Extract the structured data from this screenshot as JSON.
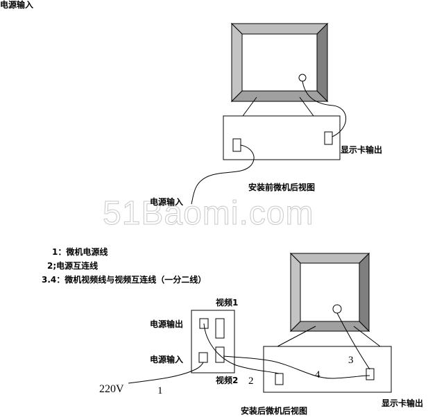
{
  "header": {
    "title": "电源输入"
  },
  "top_diagram": {
    "power_input_label": "电源输入",
    "display_out_label": "显示卡输出",
    "caption": "安装前微机后视图"
  },
  "watermark": {
    "text": "51Baomi.com"
  },
  "legend": [
    {
      "text": "1：微机电源线"
    },
    {
      "text": "2;电源互连线"
    },
    {
      "text": "3.4：微机视频线与视频互连线（一分二线）"
    }
  ],
  "bottom_diagram": {
    "video1_label": "视频1",
    "power_out_label": "电源输出",
    "power_in_label": "电源输入",
    "video2_label": "视频2",
    "voltage_label": "220V",
    "cable_numbers": [
      "1",
      "2",
      "3",
      "4"
    ],
    "display_out_label": "显示卡输出",
    "caption": "安装后微机后视图"
  },
  "colors": {
    "line": "#000000",
    "bevel": "#a6a6a6",
    "bevel_dark": "#7a7a7a",
    "watermark": "#c8c8c8"
  }
}
